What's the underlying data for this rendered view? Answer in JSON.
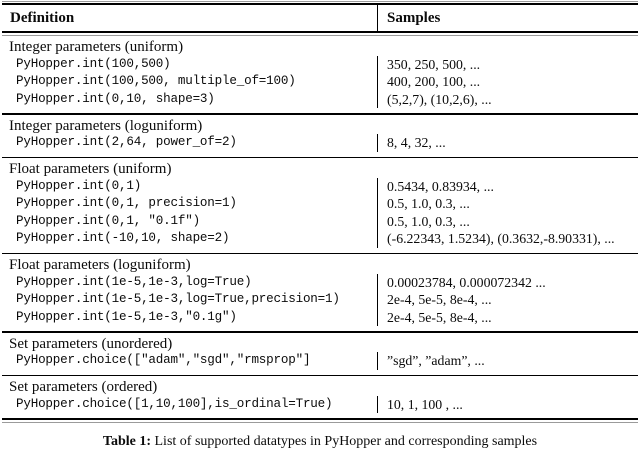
{
  "table": {
    "columns": [
      "Definition",
      "Samples"
    ],
    "sections": [
      {
        "title": "Integer parameters (uniform)",
        "rows": [
          {
            "definition": "PyHopper.int(100,500)",
            "samples": "350, 250, 500, ..."
          },
          {
            "definition": "PyHopper.int(100,500, multiple_of=100)",
            "samples": "400, 200, 100, ..."
          },
          {
            "definition": "PyHopper.int(0,10, shape=3)",
            "samples": "(5,2,7), (10,2,6), ..."
          }
        ]
      },
      {
        "title": "Integer parameters (loguniform)",
        "rows": [
          {
            "definition": "PyHopper.int(2,64, power_of=2)",
            "samples": "8, 4, 32, ..."
          }
        ]
      },
      {
        "title": "Float parameters (uniform)",
        "rows": [
          {
            "definition": "PyHopper.int(0,1)",
            "samples": "0.5434, 0.83934, ..."
          },
          {
            "definition": "PyHopper.int(0,1, precision=1)",
            "samples": "0.5, 1.0, 0.3, ..."
          },
          {
            "definition": "PyHopper.int(0,1, \"0.1f\")",
            "samples": "0.5, 1.0, 0.3, ..."
          },
          {
            "definition": "PyHopper.int(-10,10, shape=2)",
            "samples": "(-6.22343, 1.5234), (0.3632,-8.90331), ..."
          }
        ]
      },
      {
        "title": "Float parameters (loguniform)",
        "rows": [
          {
            "definition": "PyHopper.int(1e-5,1e-3,log=True)",
            "samples": "0.00023784, 0.000072342 ..."
          },
          {
            "definition": "PyHopper.int(1e-5,1e-3,log=True,precision=1)",
            "samples": "2e-4, 5e-5, 8e-4, ..."
          },
          {
            "definition": "PyHopper.int(1e-5,1e-3,\"0.1g\")",
            "samples": "2e-4, 5e-5, 8e-4, ..."
          }
        ]
      },
      {
        "title": "Set parameters (unordered)",
        "rows": [
          {
            "definition": "PyHopper.choice([\"adam\",\"sgd\",\"rmsprop\"]",
            "samples": "”sgd”, ”adam”, ..."
          }
        ]
      },
      {
        "title": "Set parameters (ordered)",
        "rows": [
          {
            "definition": "PyHopper.choice([1,10,100],is_ordinal=True)",
            "samples": "10, 1, 100 , ..."
          }
        ]
      }
    ]
  },
  "caption": {
    "label": "Table 1:",
    "text": "List of supported datatypes in PyHopper and corresponding samples"
  }
}
